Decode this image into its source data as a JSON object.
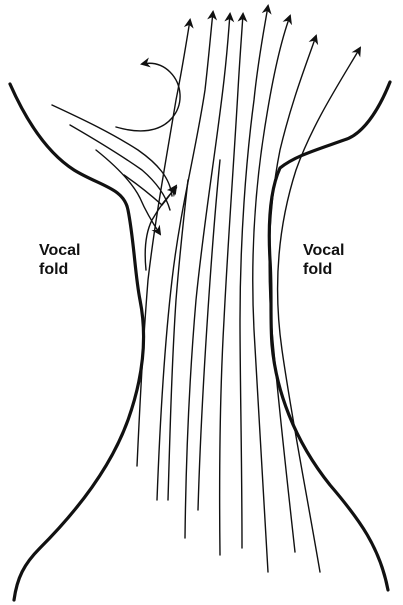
{
  "labels": {
    "left_line1": "Vocal",
    "left_line2": "fold",
    "right_line1": "Vocal",
    "right_line2": "fold"
  },
  "colors": {
    "ink": "#111111",
    "background": "#ffffff"
  },
  "diagram": {
    "subject": "airflow streamlines through the glottis between the vocal folds",
    "streamline_count": 11,
    "vortex": true
  }
}
